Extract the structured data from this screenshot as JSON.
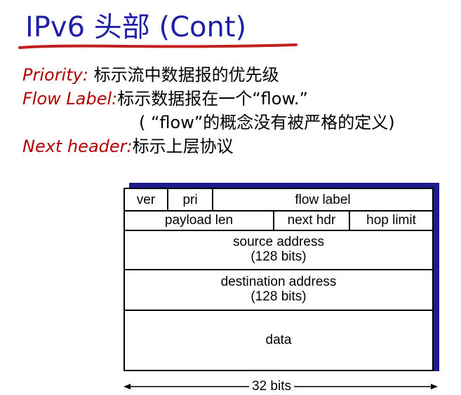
{
  "title": "IPv6 头部 (Cont)",
  "bullets": [
    {
      "term": "Priority:",
      "text": "  标示流中数据报的优先级"
    },
    {
      "term": "Flow Label:",
      "text": "标示数据报在一个“flow.”"
    },
    {
      "term": "",
      "text": "( “flow”的概念没有被严格的定义)"
    },
    {
      "term": "Next header:",
      "text": "标示上层协议"
    }
  ],
  "header_table": {
    "row1": [
      "ver",
      "pri",
      "flow label"
    ],
    "row2": [
      "payload len",
      "next hdr",
      "hop limit"
    ],
    "row3": [
      "source address",
      "(128 bits)"
    ],
    "row4": [
      "destination address",
      "(128 bits)"
    ],
    "row5": [
      "data"
    ]
  },
  "width_label": "32 bits",
  "colors": {
    "title": "#1f1fa8",
    "term": "#b00000",
    "shadow": "#1c1c8c",
    "underline": "#c02020"
  }
}
